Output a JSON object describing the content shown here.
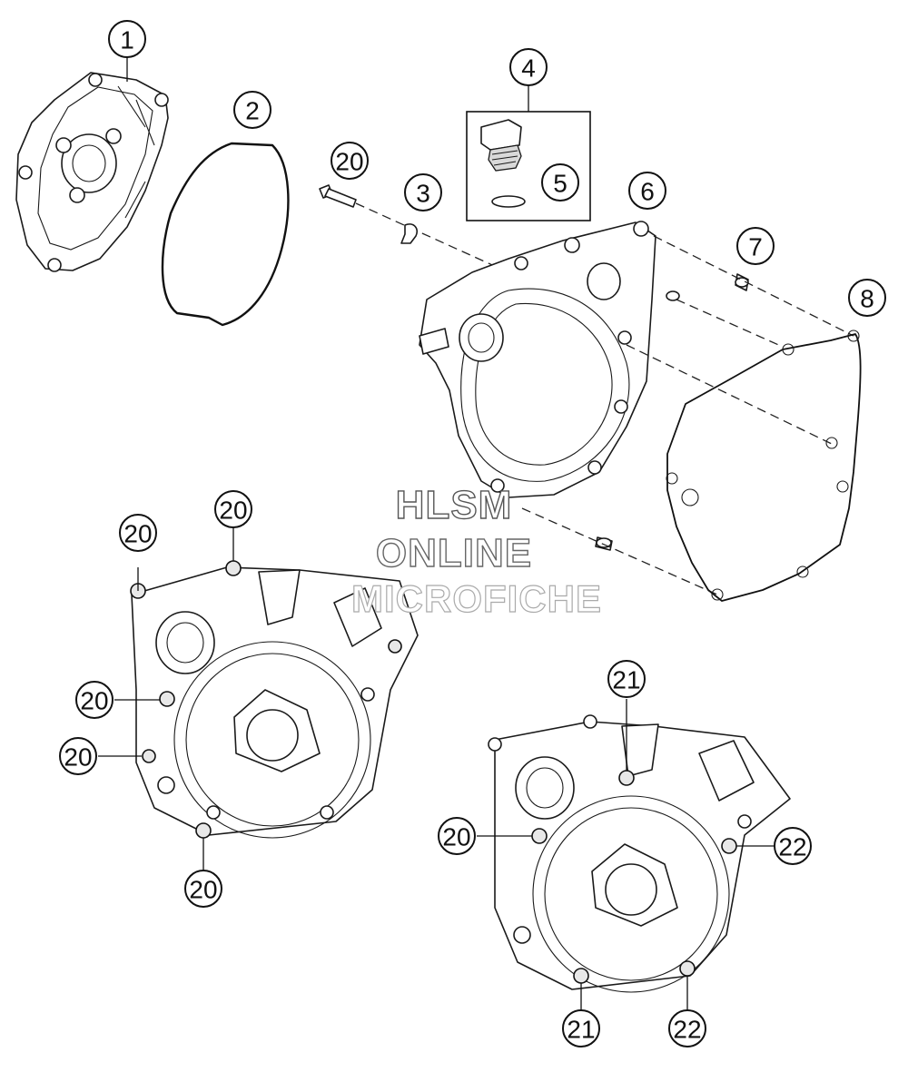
{
  "callouts": {
    "c1": "1",
    "c2": "2",
    "c3": "3",
    "c4": "4",
    "c5": "5",
    "c6": "6",
    "c7": "7",
    "c8": "8",
    "c20a": "20",
    "c20b": "20",
    "c20c": "20",
    "c20d": "20",
    "c20e": "20",
    "c20f": "20",
    "c20g": "20",
    "c21a": "21",
    "c21b": "21",
    "c22a": "22",
    "c22b": "22"
  },
  "watermark": {
    "line1": "HLSM",
    "line2": "ONLINE",
    "line3": "MICROFICHE"
  }
}
